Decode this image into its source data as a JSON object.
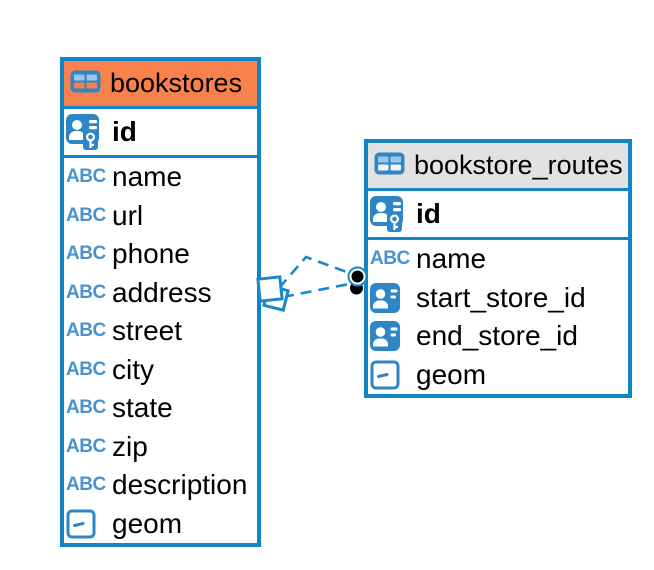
{
  "diagram": {
    "colors": {
      "accent_blue": "#1086c8",
      "selected_header_orange": "#f8814c",
      "header_gray": "#e2e2e2",
      "icon_blue": "#2f86c6",
      "text_icon_blue": "#4a92cc",
      "column_text": "#000000"
    },
    "icons": {
      "text_glyph": "ABC"
    },
    "tables": [
      {
        "name": "bookstores",
        "header_style": "orange-selected",
        "columns": [
          {
            "name": "id",
            "type": "primary-key"
          },
          {
            "name": "name",
            "type": "text"
          },
          {
            "name": "url",
            "type": "text"
          },
          {
            "name": "phone",
            "type": "text"
          },
          {
            "name": "address",
            "type": "text"
          },
          {
            "name": "street",
            "type": "text"
          },
          {
            "name": "city",
            "type": "text"
          },
          {
            "name": "state",
            "type": "text"
          },
          {
            "name": "zip",
            "type": "text"
          },
          {
            "name": "description",
            "type": "text"
          },
          {
            "name": "geom",
            "type": "geometry"
          }
        ]
      },
      {
        "name": "bookstore_routes",
        "header_style": "gray",
        "columns": [
          {
            "name": "id",
            "type": "primary-key"
          },
          {
            "name": "name",
            "type": "text"
          },
          {
            "name": "start_store_id",
            "type": "reference"
          },
          {
            "name": "end_store_id",
            "type": "reference"
          },
          {
            "name": "geom",
            "type": "geometry"
          }
        ]
      }
    ],
    "relationships": [
      {
        "from_table": "bookstore_routes",
        "to_table": "bookstores",
        "line_style": "dashed"
      },
      {
        "from_table": "bookstore_routes",
        "to_table": "bookstores",
        "line_style": "dashed"
      }
    ]
  }
}
